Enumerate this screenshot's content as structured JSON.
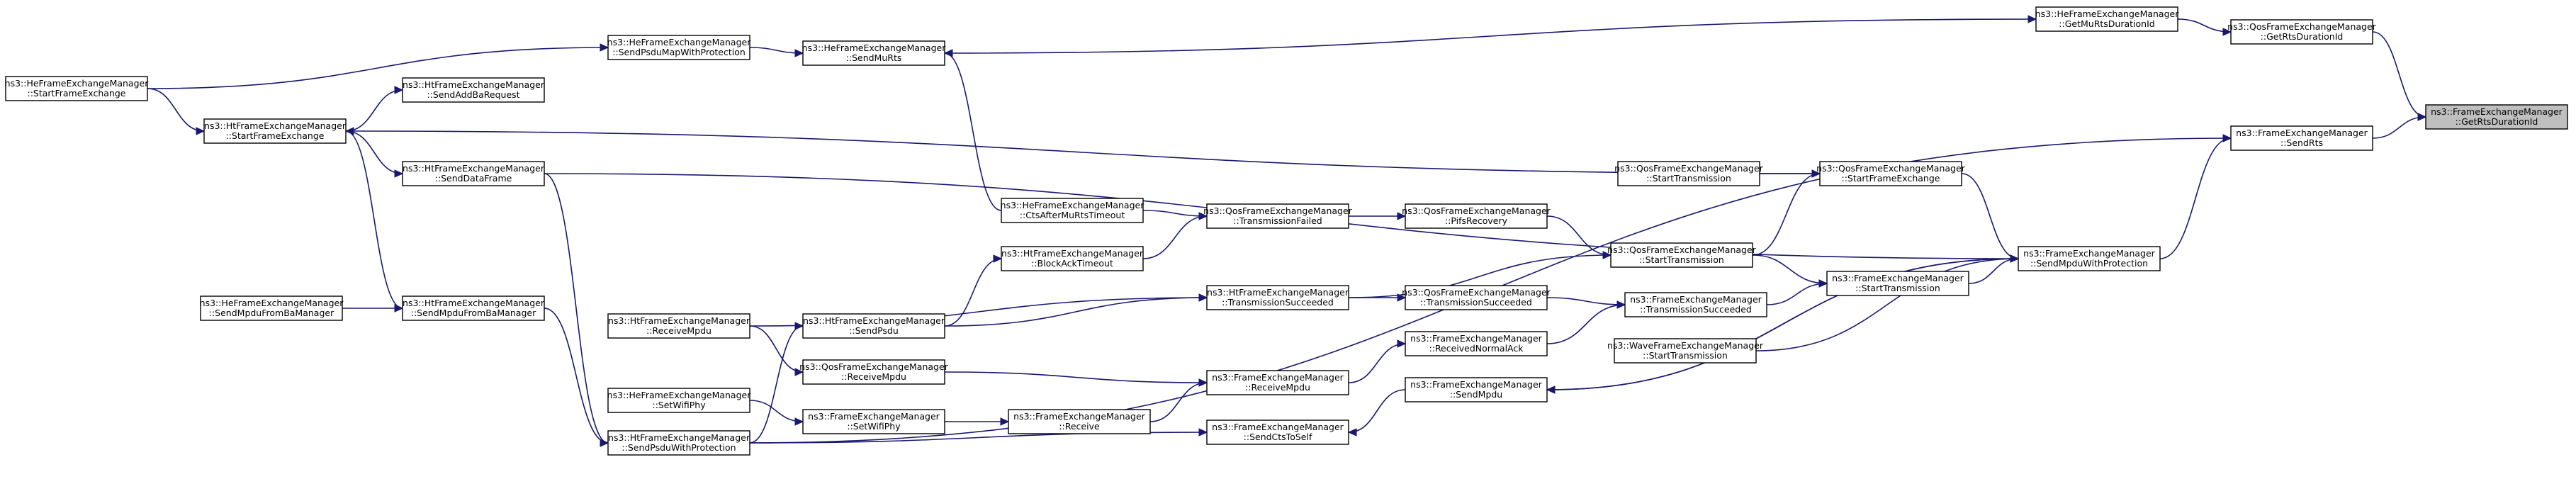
{
  "graph": {
    "colors": {
      "edge": "#191970",
      "node_border": "#000000",
      "node_fill": "#ffffff",
      "focus_fill": "#bfbfbf",
      "text": "#000000"
    },
    "nodes": {
      "he_startframe": {
        "line1": "ns3::HeFrameExchangeManager",
        "line2": "::StartFrameExchange"
      },
      "he_sendpsdumap": {
        "line1": "ns3::HeFrameExchangeManager",
        "line2": "::SendPsduMapWithProtection"
      },
      "he_sendmurts": {
        "line1": "ns3::HeFrameExchangeManager",
        "line2": "::SendMuRts"
      },
      "he_getmurts": {
        "line1": "ns3::HeFrameExchangeManager",
        "line2": "::GetMuRtsDurationId"
      },
      "qos_getrts": {
        "line1": "ns3::QosFrameExchangeManager",
        "line2": "::GetRtsDurationId"
      },
      "fem_getrts": {
        "line1": "ns3::FrameExchangeManager",
        "line2": "::GetRtsDurationId"
      },
      "fem_sendrts": {
        "line1": "ns3::FrameExchangeManager",
        "line2": "::SendRts"
      },
      "ht_sendaddba": {
        "line1": "ns3::HtFrameExchangeManager",
        "line2": "::SendAddBaRequest"
      },
      "ht_startframe": {
        "line1": "ns3::HtFrameExchangeManager",
        "line2": "::StartFrameExchange"
      },
      "ht_senddataframe": {
        "line1": "ns3::HtFrameExchangeManager",
        "line2": "::SendDataFrame"
      },
      "qos_starttx_left": {
        "line1": "ns3::QosFrameExchangeManager",
        "line2": "::StartTransmission"
      },
      "qos_startframe": {
        "line1": "ns3::QosFrameExchangeManager",
        "line2": "::StartFrameExchange"
      },
      "he_ctsafter": {
        "line1": "ns3::HeFrameExchangeManager",
        "line2": "::CtsAfterMuRtsTimeout"
      },
      "qos_txfailed": {
        "line1": "ns3::QosFrameExchangeManager",
        "line2": "::TransmissionFailed"
      },
      "qos_pifs": {
        "line1": "ns3::QosFrameExchangeManager",
        "line2": "::PifsRecovery"
      },
      "qos_starttx_mid": {
        "line1": "ns3::QosFrameExchangeManager",
        "line2": "::StartTransmission"
      },
      "fem_sendmpdu_prot": {
        "line1": "ns3::FrameExchangeManager",
        "line2": "::SendMpduWithProtection"
      },
      "ht_blockack": {
        "line1": "ns3::HtFrameExchangeManager",
        "line2": "::BlockAckTimeout"
      },
      "he_sendmpdufromba": {
        "line1": "ns3::HeFrameExchangeManager",
        "line2": "::SendMpduFromBaManager"
      },
      "ht_sendmpdufromba": {
        "line1": "ns3::HtFrameExchangeManager",
        "line2": "::SendMpduFromBaManager"
      },
      "ht_receivempdu": {
        "line1": "ns3::HtFrameExchangeManager",
        "line2": "::ReceiveMpdu"
      },
      "ht_sendpsdu": {
        "line1": "ns3::HtFrameExchangeManager",
        "line2": "::SendPsdu"
      },
      "ht_txsucceeded": {
        "line1": "ns3::HtFrameExchangeManager",
        "line2": "::TransmissionSucceeded"
      },
      "qos_txsucceeded": {
        "line1": "ns3::QosFrameExchangeManager",
        "line2": "::TransmissionSucceeded"
      },
      "fem_txsucceeded": {
        "line1": "ns3::FrameExchangeManager",
        "line2": "::TransmissionSucceeded"
      },
      "fem_starttx": {
        "line1": "ns3::FrameExchangeManager",
        "line2": "::StartTransmission"
      },
      "qos_receivempdu": {
        "line1": "ns3::QosFrameExchangeManager",
        "line2": "::ReceiveMpdu"
      },
      "fem_receivednormalack": {
        "line1": "ns3::FrameExchangeManager",
        "line2": "::ReceivedNormalAck"
      },
      "wave_starttx": {
        "line1": "ns3::WaveFrameExchangeManager",
        "line2": "::StartTransmission"
      },
      "he_setwifiphy": {
        "line1": "ns3::HeFrameExchangeManager",
        "line2": "::SetWifiPhy"
      },
      "fem_setwifiphy": {
        "line1": "ns3::FrameExchangeManager",
        "line2": "::SetWifiPhy"
      },
      "fem_receive": {
        "line1": "ns3::FrameExchangeManager",
        "line2": "::Receive"
      },
      "fem_receivempdu": {
        "line1": "ns3::FrameExchangeManager",
        "line2": "::ReceiveMpdu"
      },
      "fem_sendmpdu": {
        "line1": "ns3::FrameExchangeManager",
        "line2": "::SendMpdu"
      },
      "ht_sendpsdu_prot": {
        "line1": "ns3::HtFrameExchangeManager",
        "line2": "::SendPsduWithProtection"
      },
      "fem_sendctstoself": {
        "line1": "ns3::FrameExchangeManager",
        "line2": "::SendCtsToSelf"
      }
    }
  }
}
